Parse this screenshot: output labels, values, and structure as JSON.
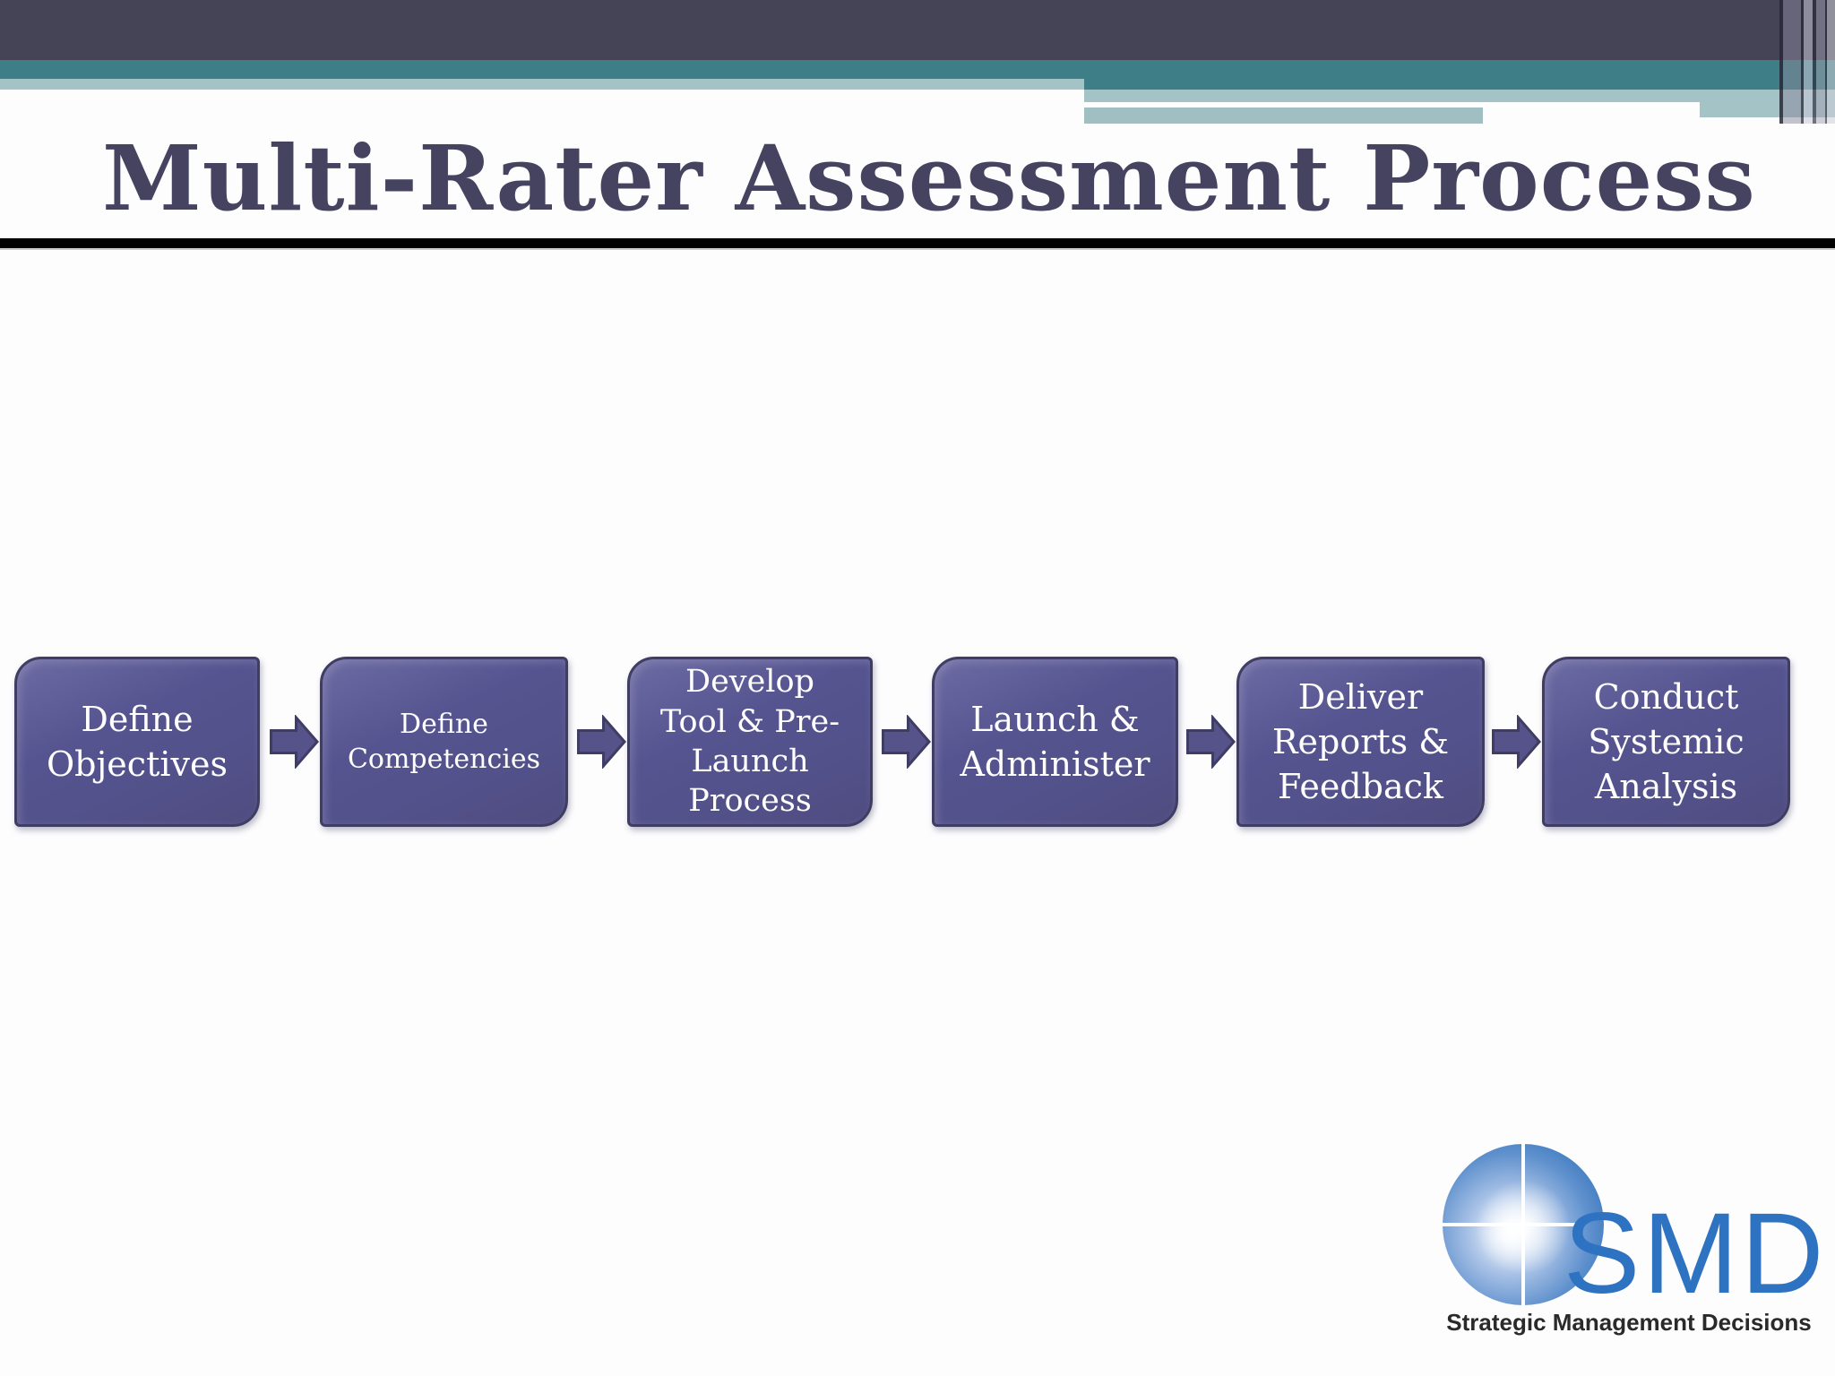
{
  "slide": {
    "title": "Multi-Rater Assessment Process",
    "steps": [
      {
        "label": "Define Objectives",
        "lines": [
          "Define",
          "Objectives"
        ]
      },
      {
        "label": "Define Competencies",
        "lines": [
          "Define",
          "Competencies"
        ]
      },
      {
        "label": "Develop Tool & Pre-Launch Process",
        "lines": [
          "Develop",
          "Tool & Pre-",
          "Launch",
          "Process"
        ]
      },
      {
        "label": "Launch & Administer",
        "lines": [
          "Launch &",
          "Administer"
        ]
      },
      {
        "label": "Deliver Reports & Feedback",
        "lines": [
          "Deliver",
          "Reports &",
          "Feedback"
        ]
      },
      {
        "label": "Conduct Systemic Analysis",
        "lines": [
          "Conduct",
          "Systemic",
          "Analysis"
        ]
      }
    ],
    "logo": {
      "acronym": "SMD",
      "tagline": "Strategic Management Decisions"
    },
    "colors": {
      "header_dark": "#454356",
      "teal": "#3e7e86",
      "light_teal": "#a4c3c7",
      "title_text": "#454360",
      "divider": "#010101",
      "box_fill": "#555389",
      "box_border": "#3f3d63",
      "box_text": "#ffffff",
      "logo_blue": "#2e73c1",
      "tagline_text": "#2b2a2a"
    }
  }
}
